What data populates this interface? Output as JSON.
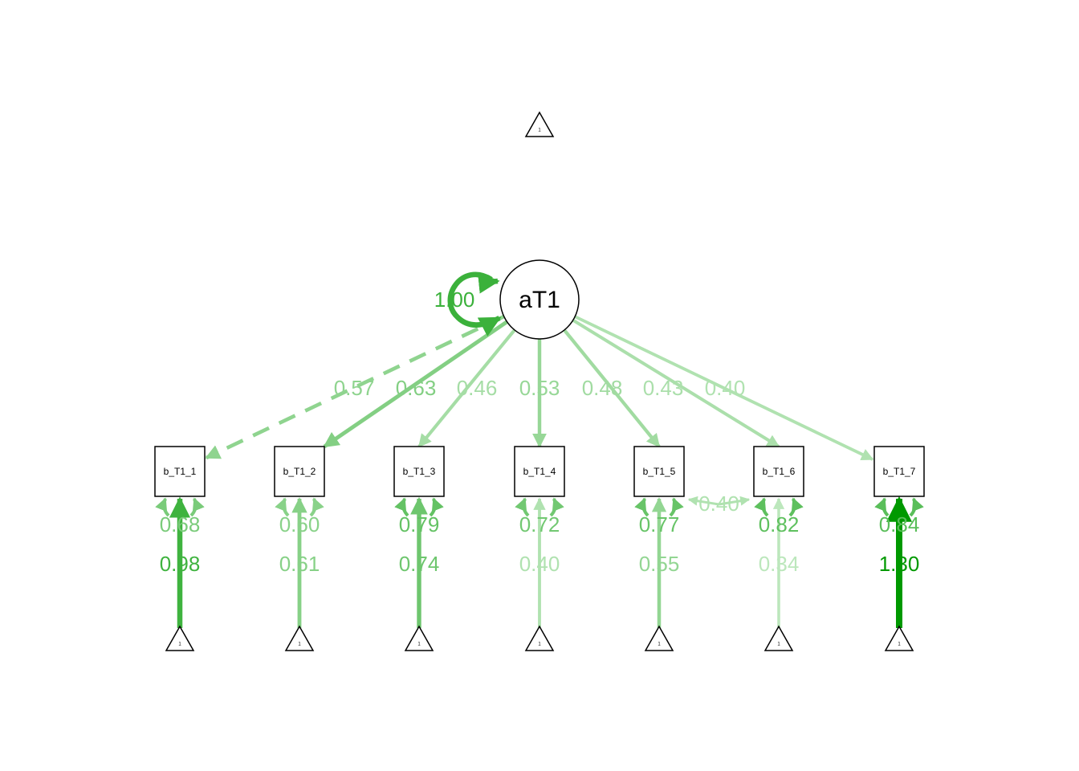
{
  "latent": {
    "label": "aT1",
    "variance": "1.00",
    "variance_value": 1.0
  },
  "top_intercept_label": "1",
  "indicators": [
    {
      "label": "b_T1_1",
      "loading": "0.57",
      "loading_value": 0.57,
      "fixed": true,
      "residual": "0.68",
      "residual_value": 0.68,
      "intercept": "0.98",
      "intercept_value": 0.98,
      "intercept_label": "1"
    },
    {
      "label": "b_T1_2",
      "loading": "0.63",
      "loading_value": 0.63,
      "fixed": false,
      "residual": "0.60",
      "residual_value": 0.6,
      "intercept": "0.61",
      "intercept_value": 0.61,
      "intercept_label": "1"
    },
    {
      "label": "b_T1_3",
      "loading": "0.46",
      "loading_value": 0.46,
      "fixed": false,
      "residual": "0.79",
      "residual_value": 0.79,
      "intercept": "0.74",
      "intercept_value": 0.74,
      "intercept_label": "1"
    },
    {
      "label": "b_T1_4",
      "loading": "0.53",
      "loading_value": 0.53,
      "fixed": false,
      "residual": "0.72",
      "residual_value": 0.72,
      "intercept": "0.40",
      "intercept_value": 0.4,
      "intercept_label": "1"
    },
    {
      "label": "b_T1_5",
      "loading": "0.48",
      "loading_value": 0.48,
      "fixed": false,
      "residual": "0.77",
      "residual_value": 0.77,
      "intercept": "0.55",
      "intercept_value": 0.55,
      "intercept_label": "1"
    },
    {
      "label": "b_T1_6",
      "loading": "0.43",
      "loading_value": 0.43,
      "fixed": false,
      "residual": "0.82",
      "residual_value": 0.82,
      "intercept": "0.34",
      "intercept_value": 0.34,
      "intercept_label": "1"
    },
    {
      "label": "b_T1_7",
      "loading": "0.40",
      "loading_value": 0.4,
      "fixed": false,
      "residual": "0.84",
      "residual_value": 0.84,
      "intercept": "1.30",
      "intercept_value": 1.3,
      "intercept_label": "1"
    }
  ],
  "covariances": [
    {
      "from": 4,
      "to": 5,
      "label": "0.40",
      "value": 0.4
    }
  ],
  "colors": {
    "low": "#c4eac4",
    "high": "#009900",
    "node_stroke": "#000000"
  }
}
